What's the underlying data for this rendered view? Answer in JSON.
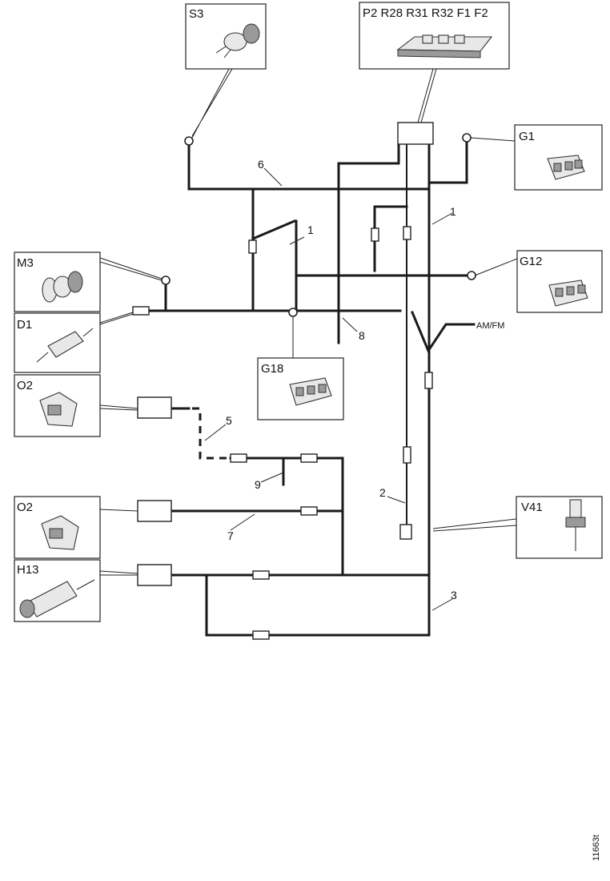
{
  "components": {
    "s3": "S3",
    "fusebox": "P2 R28 R31 R32  F1 F2",
    "g1": "G1",
    "m3": "M3",
    "g12": "G12",
    "d1": "D1",
    "g18": "G18",
    "o2_top": "O2",
    "v41": "V41",
    "o2_bottom": "O2",
    "h13": "H13"
  },
  "wire_labels": {
    "w6": "6",
    "w1_left": "1",
    "w1_right": "1",
    "w8": "8",
    "w5": "5",
    "w9": "9",
    "w2": "2",
    "w7": "7",
    "w3": "3",
    "am_fm": "AM/FM"
  },
  "figure_number": "11663t"
}
